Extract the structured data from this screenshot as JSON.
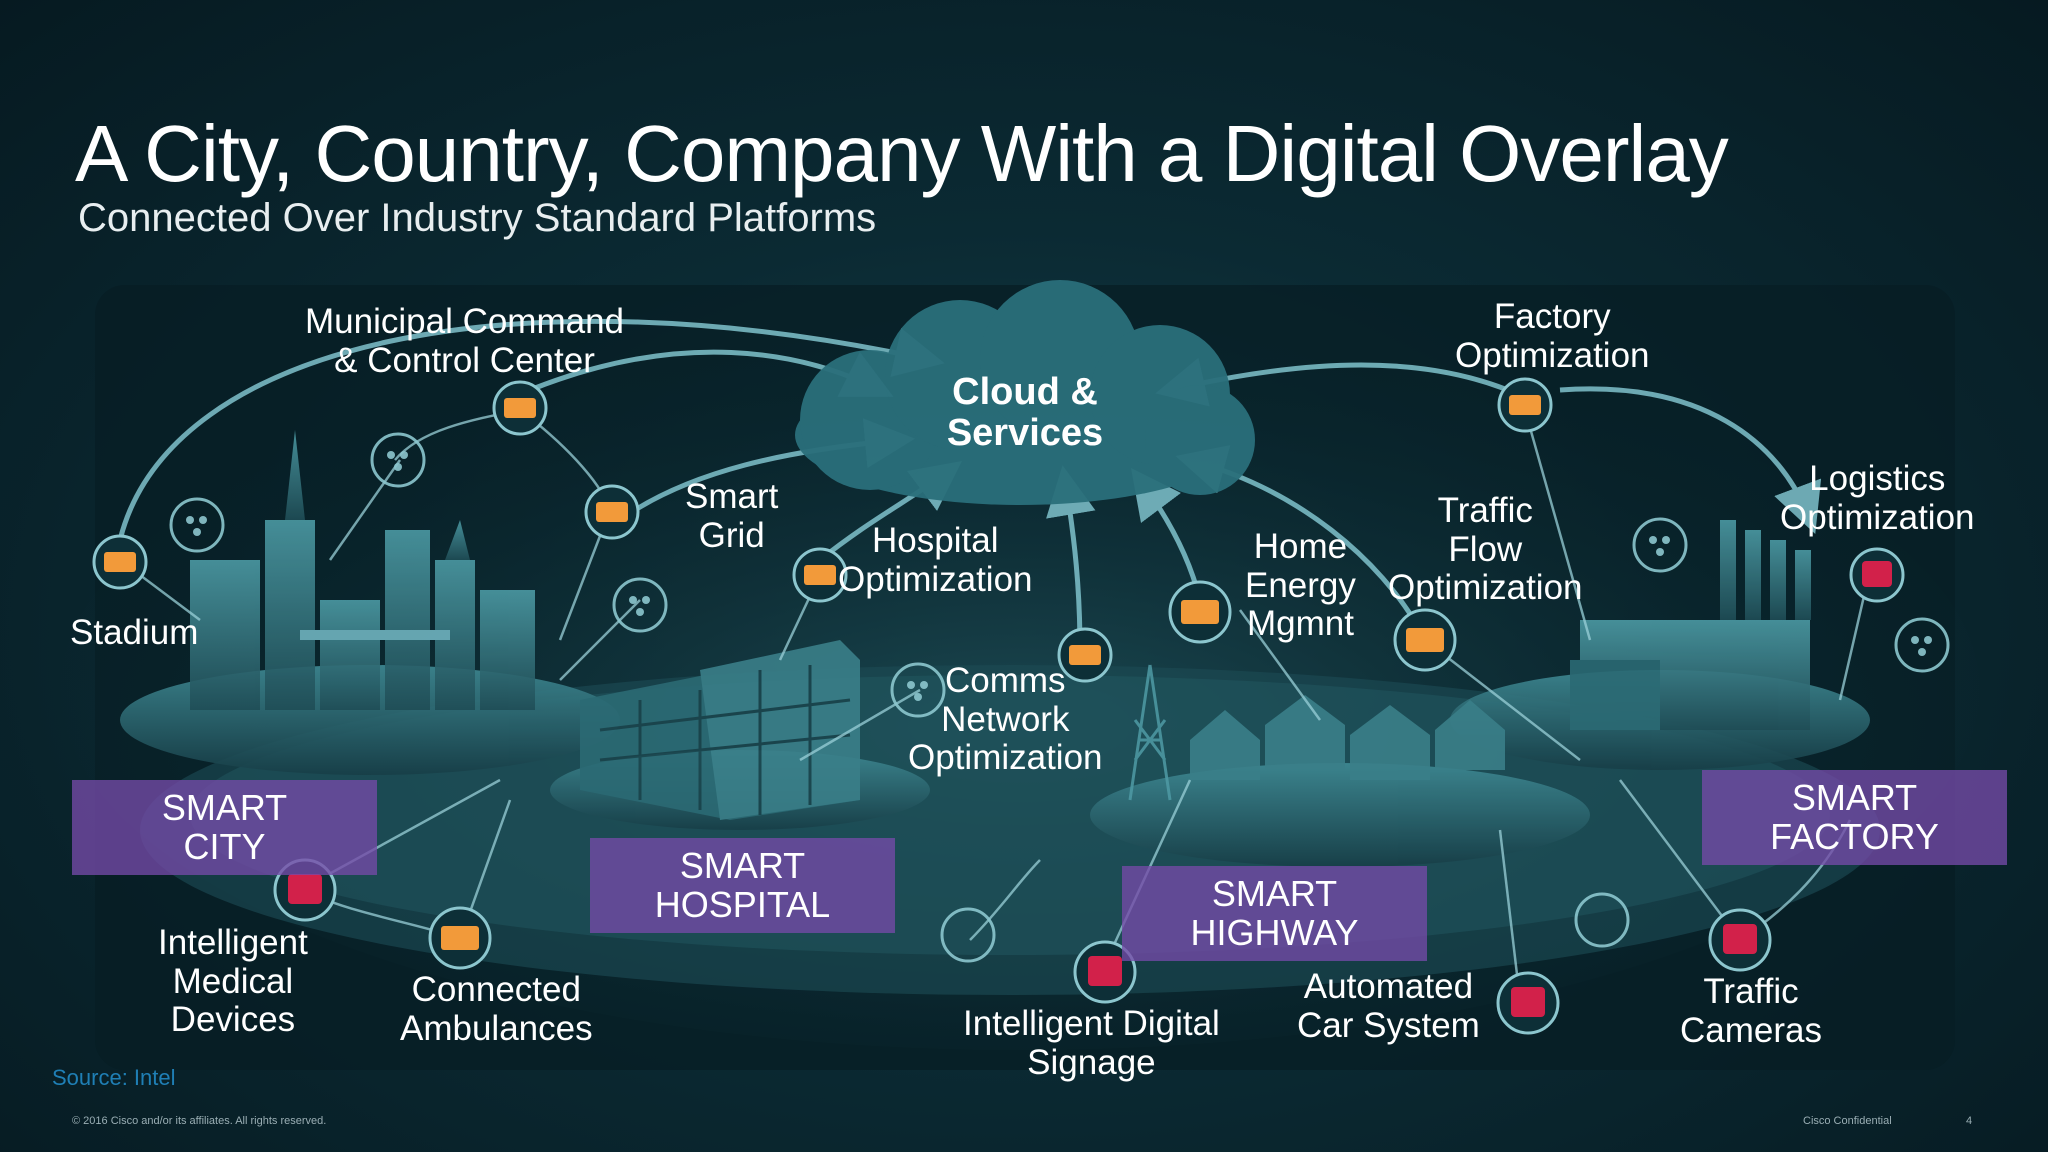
{
  "title": "A City, Country, Company With a Digital Overlay",
  "subtitle": "Connected Over Industry Standard Platforms",
  "cloud": {
    "label": "Cloud &\nServices"
  },
  "labels": {
    "municipal": "Municipal Command\n& Control Center",
    "stadium": "Stadium",
    "smart_grid": "Smart\nGrid",
    "hospital_opt": "Hospital\nOptimization",
    "comms": "Comms\nNetwork\nOptimization",
    "home_energy": "Home\nEnergy\nMgmnt",
    "traffic_flow": "Traffic\nFlow\nOptimization",
    "factory_opt": "Factory\nOptimization",
    "logistics": "Logistics\nOptimization",
    "medical": "Intelligent\nMedical\nDevices",
    "ambulances": "Connected\nAmbulances",
    "signage": "Intelligent Digital\nSignage",
    "car_system": "Automated\nCar System",
    "traffic_cameras": "Traffic\nCameras"
  },
  "zones": {
    "city": "SMART\nCITY",
    "hospital": "SMART\nHOSPITAL",
    "highway": "SMART\nHIGHWAY",
    "factory": "SMART\nFACTORY"
  },
  "source": "Source: Intel",
  "footer": {
    "copyright": "© 2016 Cisco and/or its affiliates. All rights reserved.",
    "confidential": "Cisco Confidential",
    "page": "4"
  },
  "colors": {
    "zone": "#744aa8",
    "gateway": "#f29a3a",
    "sensor": "#d2214a",
    "link": "#6fb3bf"
  }
}
